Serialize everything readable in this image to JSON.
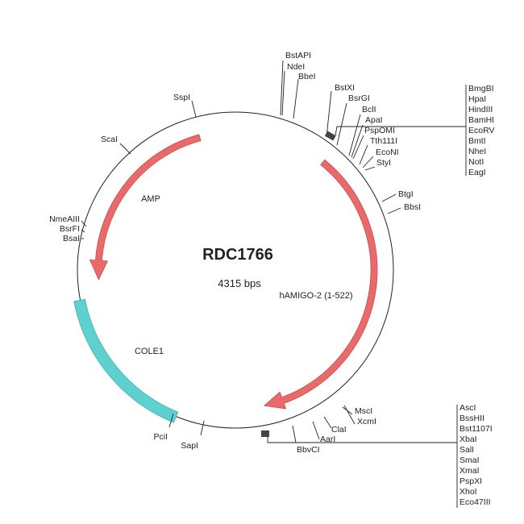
{
  "plasmid": {
    "name": "RDC1766",
    "size": "4315 bps"
  },
  "features": [
    {
      "label": "AMP",
      "color": "#e86a6a",
      "type": "arrow"
    },
    {
      "label": "hAMIGO-2 (1-522)",
      "color": "#e86a6a",
      "type": "arrow"
    },
    {
      "label": "COLE1",
      "color": "#5fd0d0",
      "type": "block"
    }
  ],
  "sites": {
    "top": [
      "BstAPI",
      "NdeI",
      "BbeI",
      "BstXI",
      "BsrGI",
      "BclI",
      "ApaI",
      "PspOMI",
      "Tth111I",
      "EcoNI",
      "StyI"
    ],
    "right": [
      "BtgI",
      "BbsI"
    ],
    "left": [
      "SspI",
      "ScaI",
      "NmeAIII",
      "BsrFI",
      "BsaI"
    ],
    "bottom": [
      "PciI",
      "SapI",
      "BbvCI",
      "AarI",
      "ClaI",
      "MscI",
      "XcmI"
    ],
    "mcs1": [
      "BmgBI",
      "HpaI",
      "HindIII",
      "BamHI",
      "EcoRV",
      "BmtI",
      "NheI",
      "NotI",
      "EagI"
    ],
    "mcs2": [
      "AscI",
      "BssHII",
      "Bst1107I",
      "XbaI",
      "SalI",
      "SmaI",
      "XmaI",
      "PspXI",
      "XhoI",
      "Eco47III"
    ]
  }
}
